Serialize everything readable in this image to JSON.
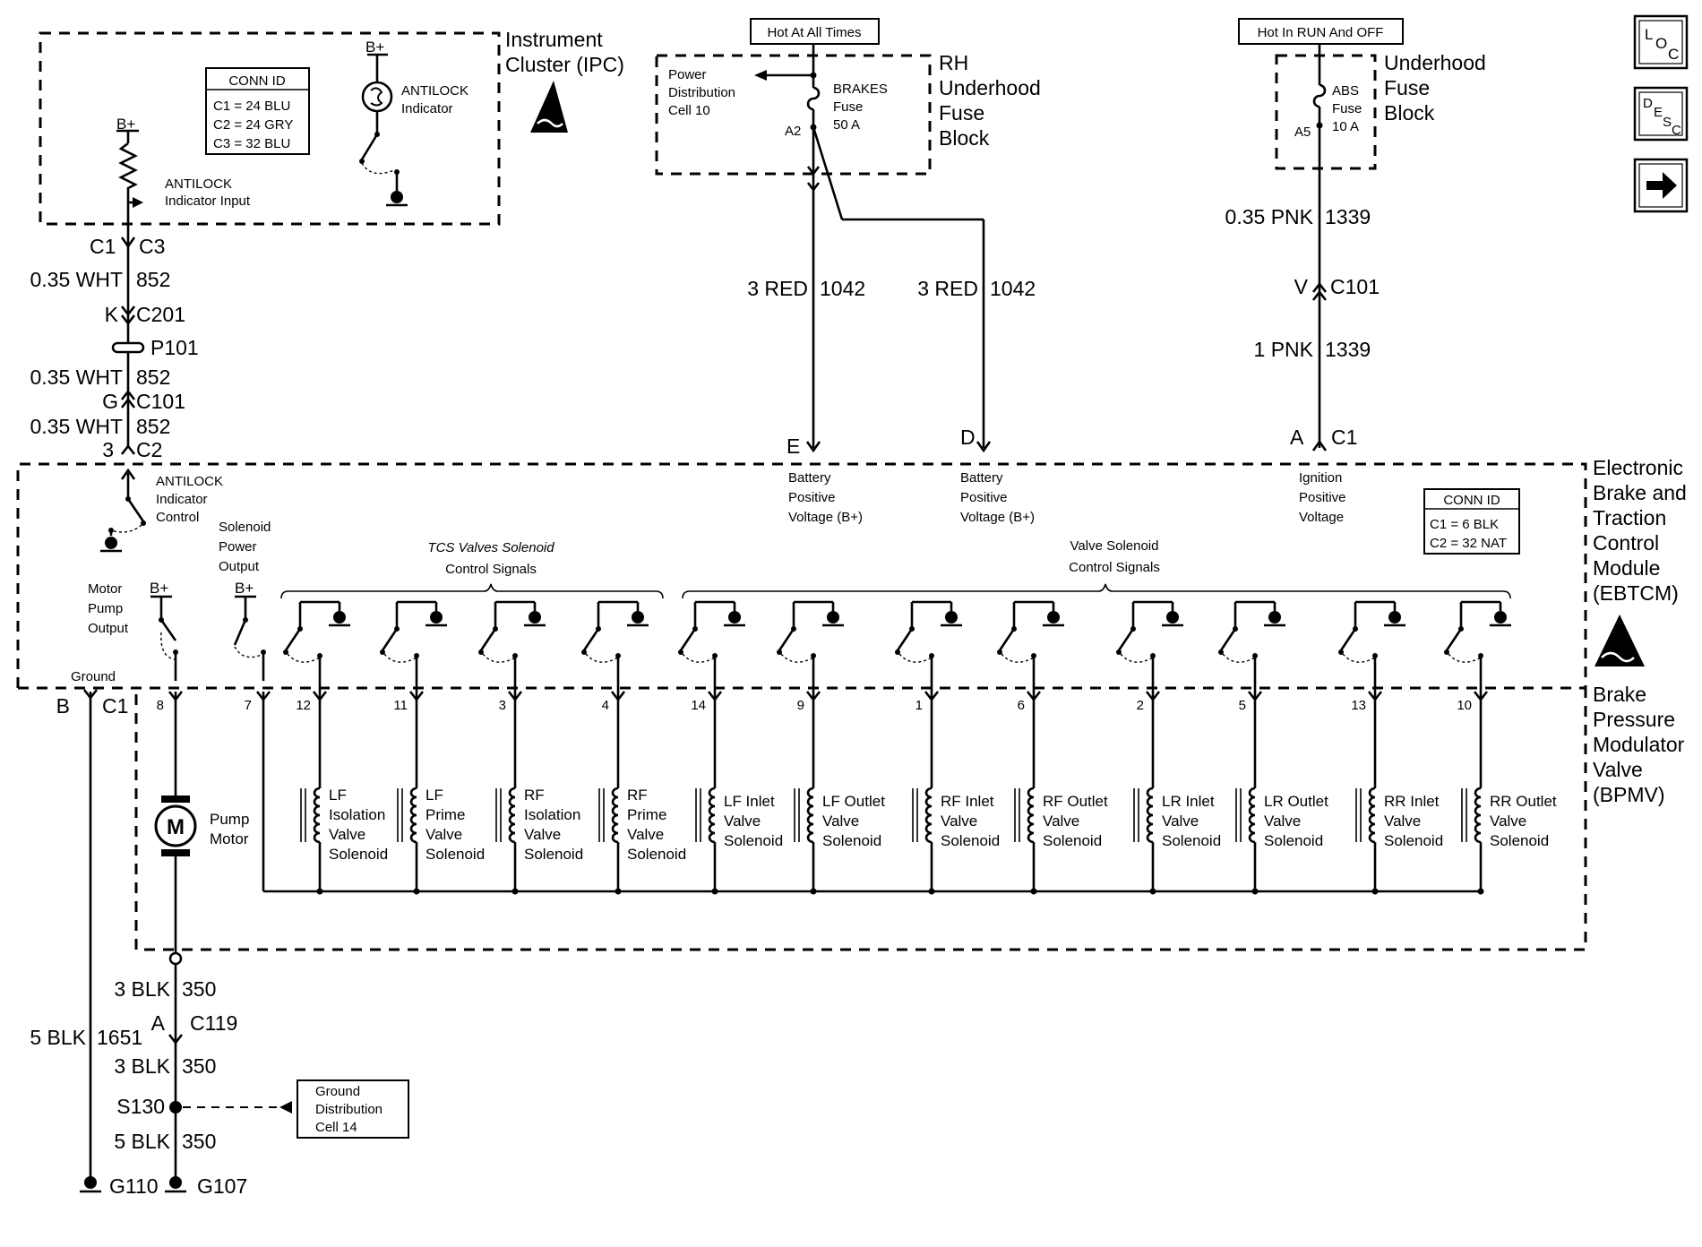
{
  "ipc": {
    "title": [
      "Instrument",
      "Cluster (IPC)"
    ],
    "conn_header": "CONN ID",
    "conn_ids": [
      "C1 = 24 BLU",
      "C2 = 24 GRY",
      "C3 = 32 BLU"
    ],
    "bplus": "B+",
    "indicator": [
      "ANTILOCK",
      "Indicator"
    ],
    "input": [
      "ANTILOCK",
      "Indicator Input"
    ]
  },
  "rh_fuse_block": {
    "hot_label": "Hot At All Times",
    "title": [
      "RH",
      "Underhood",
      "Fuse",
      "Block"
    ],
    "power_dist": [
      "Power",
      "Distribution",
      "Cell 10"
    ],
    "fuse": [
      "BRAKES",
      "Fuse",
      "50 A"
    ],
    "pin": "A2"
  },
  "uh_fuse_block": {
    "hot_label": "Hot In RUN And OFF",
    "title": [
      "Underhood",
      "Fuse",
      "Block"
    ],
    "fuse": [
      "ABS",
      "Fuse",
      "10 A"
    ],
    "pin": "A5"
  },
  "nav_icons": [
    {
      "name": "loc",
      "label": "LOC"
    },
    {
      "name": "desc",
      "label": "DESC"
    },
    {
      "name": "next",
      "label": "→"
    }
  ],
  "wires_left": {
    "c1": "C1",
    "c3": "C3",
    "w1_size": "0.35 WHT",
    "w1_circuit": "852",
    "c201_pin": "K",
    "c201": "C201",
    "p101": "P101",
    "w2_size": "0.35 WHT",
    "w2_circuit": "852",
    "c101_pin": "G",
    "c101": "C101",
    "w3_size": "0.35 WHT",
    "w3_circuit": "852",
    "c2_pin": "3",
    "c2": "C2"
  },
  "wires_center": {
    "w1_size": "3 RED",
    "w1_circuit": "1042",
    "w2_size": "3 RED",
    "w2_circuit": "1042",
    "pin_e": "E",
    "pin_d": "D"
  },
  "wires_right": {
    "w1_size": "0.35 PNK",
    "w1_circuit": "1339",
    "c101_pin": "V",
    "c101": "C101",
    "w2_size": "1 PNK",
    "w2_circuit": "1339",
    "pin_a": "A",
    "c1": "C1"
  },
  "ebtcm": {
    "title": [
      "Electronic",
      "Brake and",
      "Traction",
      "Control",
      "Module",
      "(EBTCM)"
    ],
    "conn_header": "CONN ID",
    "conn_ids": [
      "C1 = 6 BLK",
      "C2 = 32 NAT"
    ],
    "antilock_control": [
      "ANTILOCK",
      "Indicator",
      "Control"
    ],
    "solenoid_power": [
      "Solenoid",
      "Power",
      "Output"
    ],
    "motor_pump": [
      "Motor",
      "Pump",
      "Output"
    ],
    "bplus": "B+",
    "batt_e": [
      "Battery",
      "Positive",
      "Voltage (B+)"
    ],
    "batt_d": [
      "Battery",
      "Positive",
      "Voltage (B+)"
    ],
    "ignition": [
      "Ignition",
      "Positive",
      "Voltage"
    ],
    "tcs_group": [
      "TCS Valves Solenoid",
      "Control Signals"
    ],
    "valve_group": [
      "Valve Solenoid",
      "Control Signals"
    ],
    "ground": "Ground",
    "ground_pin": "B",
    "ground_conn": "C1"
  },
  "bpmv": {
    "title": [
      "Brake",
      "Pressure",
      "Modulator",
      "Valve",
      "(BPMV)"
    ],
    "pump_motor": [
      "Pump",
      "Motor"
    ],
    "motor_symbol": "M",
    "motor_pin": "8",
    "power_pin": "7",
    "solenoids": [
      {
        "pin": "12",
        "label": [
          "LF",
          "Isolation",
          "Valve",
          "Solenoid"
        ]
      },
      {
        "pin": "11",
        "label": [
          "LF",
          "Prime",
          "Valve",
          "Solenoid"
        ]
      },
      {
        "pin": "3",
        "label": [
          "RF",
          "Isolation",
          "Valve",
          "Solenoid"
        ]
      },
      {
        "pin": "4",
        "label": [
          "RF",
          "Prime",
          "Valve",
          "Solenoid"
        ]
      },
      {
        "pin": "14",
        "label": [
          "LF Inlet",
          "Valve",
          "Solenoid"
        ]
      },
      {
        "pin": "9",
        "label": [
          "LF Outlet",
          "Valve",
          "Solenoid"
        ]
      },
      {
        "pin": "1",
        "label": [
          "RF Inlet",
          "Valve",
          "Solenoid"
        ]
      },
      {
        "pin": "6",
        "label": [
          "RF Outlet",
          "Valve",
          "Solenoid"
        ]
      },
      {
        "pin": "2",
        "label": [
          "LR Inlet",
          "Valve",
          "Solenoid"
        ]
      },
      {
        "pin": "5",
        "label": [
          "LR Outlet",
          "Valve",
          "Solenoid"
        ]
      },
      {
        "pin": "13",
        "label": [
          "RR Inlet",
          "Valve",
          "Solenoid"
        ]
      },
      {
        "pin": "10",
        "label": [
          "RR Outlet",
          "Valve",
          "Solenoid"
        ]
      }
    ]
  },
  "ground_wires": {
    "w1_size": "3 BLK",
    "w1_circuit": "350",
    "c119_pin": "A",
    "c119": "C119",
    "w2_size": "3 BLK",
    "w2_circuit": "350",
    "s130": "S130",
    "gdc": [
      "Ground",
      "Distribution",
      "Cell 14"
    ],
    "w3_size": "5 BLK",
    "w3_circuit": "350",
    "w4_size": "5 BLK",
    "w4_circuit": "1651",
    "g110": "G110",
    "g107": "G107"
  }
}
